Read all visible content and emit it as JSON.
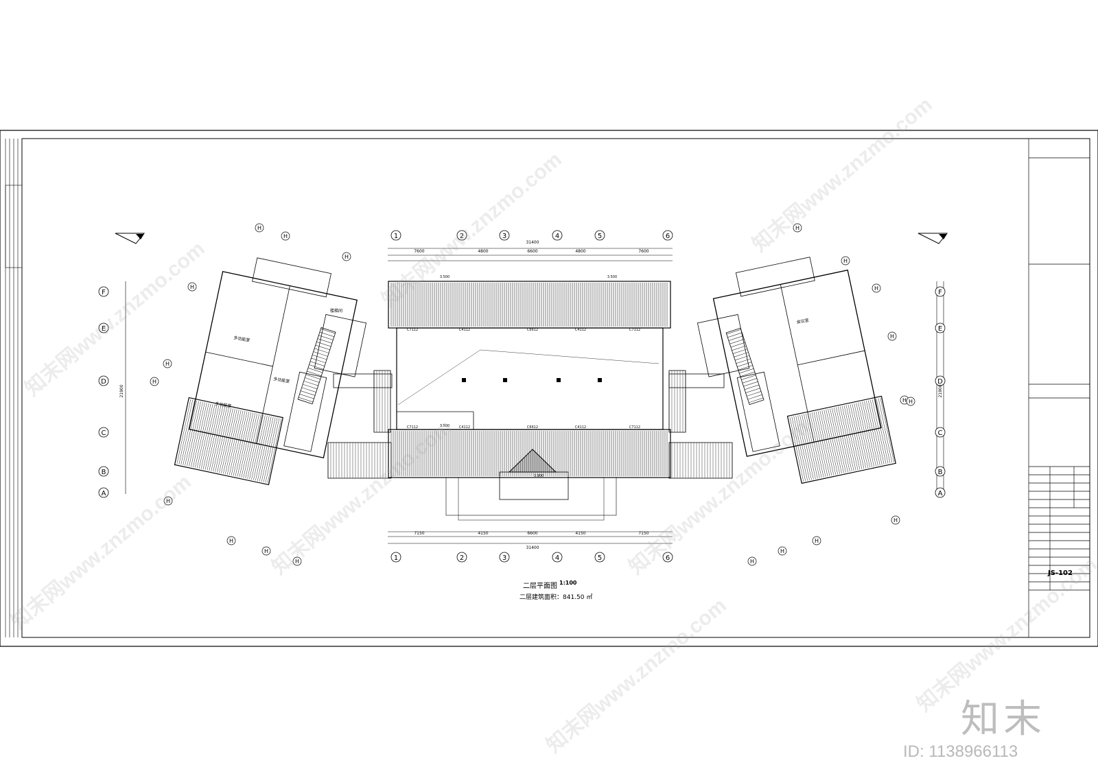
{
  "drawing": {
    "title": "二层平面图",
    "scale": "1:100",
    "area_note": "二层建筑面积：841.50 ㎡",
    "sheet_number": "JS-102"
  },
  "grid": {
    "numbered_axes": [
      "1",
      "2",
      "3",
      "4",
      "5",
      "6"
    ],
    "lettered_axes": [
      "A",
      "B",
      "C",
      "D",
      "E",
      "F"
    ],
    "wing_axis": "H"
  },
  "dimensions": {
    "overall_top": "31400",
    "overall_bottom": "31400",
    "top_row": [
      "7600",
      "4800",
      "6600",
      "4800",
      "7600"
    ],
    "bottom_row": [
      "7150",
      "4150",
      "6600",
      "4150",
      "7150"
    ],
    "side_total": "21900",
    "elevations": [
      "3.500",
      "3.500",
      "3.500",
      "3.900"
    ]
  },
  "room_labels": [
    "多功能室",
    "多功能室",
    "多功能室",
    "楼梯间",
    "会议室"
  ],
  "window_tags": [
    "C7112",
    "C4112",
    "C6612",
    "C4112",
    "C7112"
  ],
  "branding": {
    "watermark": "知末网www.znzmo.com",
    "logo": "知末",
    "image_id": "ID: 1138966113"
  }
}
